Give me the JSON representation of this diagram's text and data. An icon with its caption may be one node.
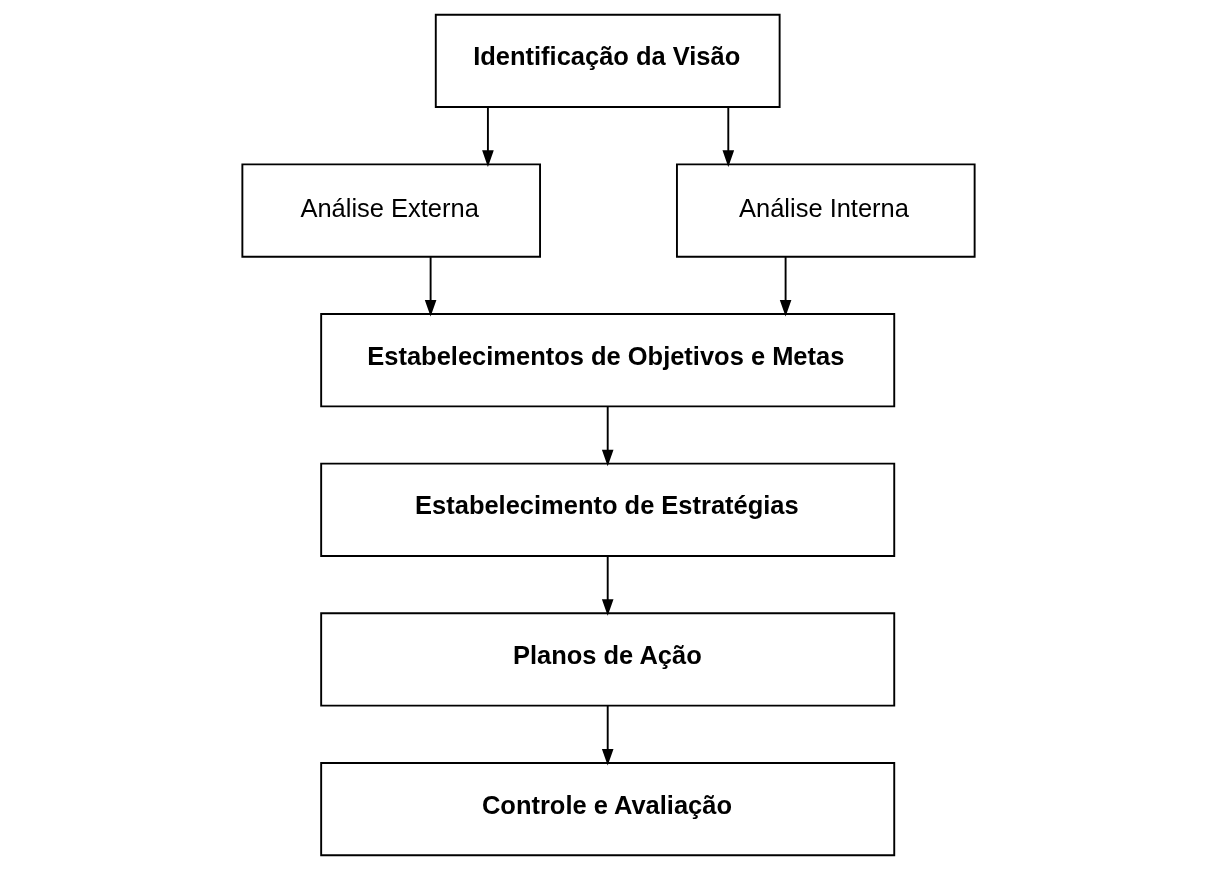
{
  "diagram": {
    "nodes": [
      {
        "text": [
          "Identificação da Visão"
        ]
      },
      {
        "text": [
          "Análise Externa"
        ]
      },
      {
        "text": [
          "Análise Interna"
        ]
      },
      {
        "text": [
          "Estabelecimentos de Objetivos e Metas"
        ]
      },
      {
        "text": [
          "Estabelecimento de Estratégias"
        ]
      },
      {
        "text": [
          "Planos de Ação"
        ]
      },
      {
        "text": [
          "Controle e Avaliação"
        ]
      }
    ],
    "edges": [
      {
        "from": 0,
        "to": 1,
        "arrow": "to"
      },
      {
        "from": 0,
        "to": 2,
        "arrow": "to"
      },
      {
        "from": 1,
        "to": 3,
        "arrow": "to"
      },
      {
        "from": 2,
        "to": 3,
        "arrow": "to"
      },
      {
        "from": 3,
        "to": 4,
        "arrow": "to"
      },
      {
        "from": 4,
        "to": 5,
        "arrow": "to"
      },
      {
        "from": 5,
        "to": 6,
        "arrow": "to"
      }
    ]
  }
}
